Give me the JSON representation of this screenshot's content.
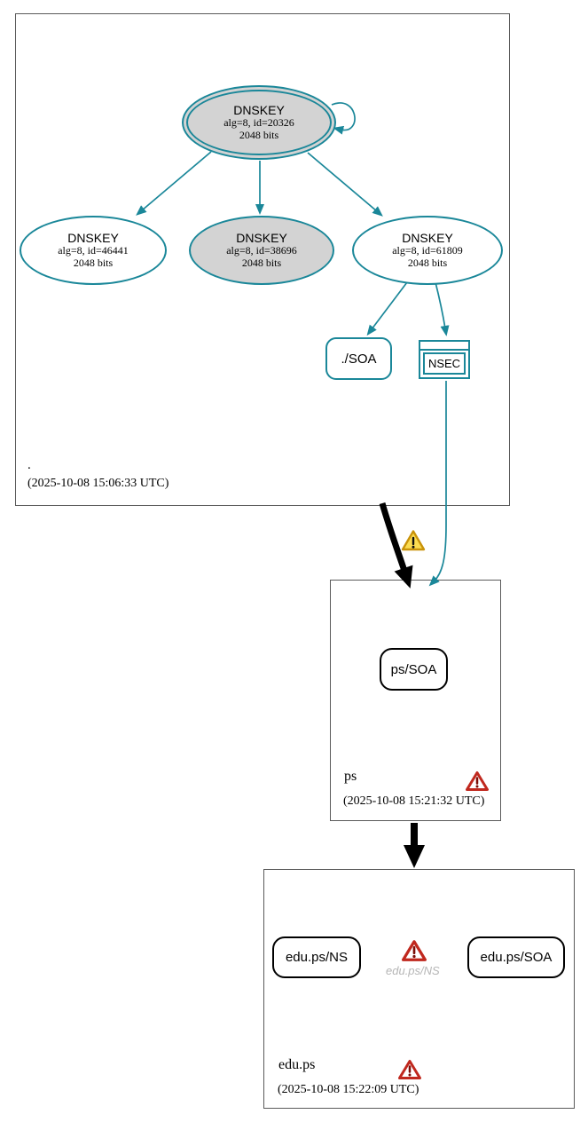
{
  "colors": {
    "teal": "#1a8799",
    "node_fill_gray": "#d3d3d3",
    "warning_fill": "#fbdc51",
    "warning_border": "#c9930a",
    "error_red": "#c0281e",
    "edge_black": "#000000",
    "box_border": "#5a5a5a",
    "muted_text": "#b5b5b5"
  },
  "icons": {
    "warning": "warning-triangle-icon",
    "error": "error-triangle-icon"
  },
  "zones": [
    {
      "name": ".",
      "timestamp": "(2025-10-08 15:06:33 UTC)",
      "dnskeys": [
        {
          "title": "DNSKEY",
          "alg_id": "alg=8, id=20326",
          "bits": "2048 bits"
        },
        {
          "title": "DNSKEY",
          "alg_id": "alg=8, id=46441",
          "bits": "2048 bits"
        },
        {
          "title": "DNSKEY",
          "alg_id": "alg=8, id=38696",
          "bits": "2048 bits"
        },
        {
          "title": "DNSKEY",
          "alg_id": "alg=8, id=61809",
          "bits": "2048 bits"
        }
      ],
      "soa_label": "./SOA",
      "nsec_label": "NSEC"
    },
    {
      "name": "ps",
      "timestamp": "(2025-10-08 15:21:32 UTC)",
      "soa_label": "ps/SOA"
    },
    {
      "name": "edu.ps",
      "timestamp": "(2025-10-08 15:22:09 UTC)",
      "ns_label": "edu.ps/NS",
      "soa_label": "edu.ps/SOA",
      "error_caption": "edu.ps/NS"
    }
  ]
}
